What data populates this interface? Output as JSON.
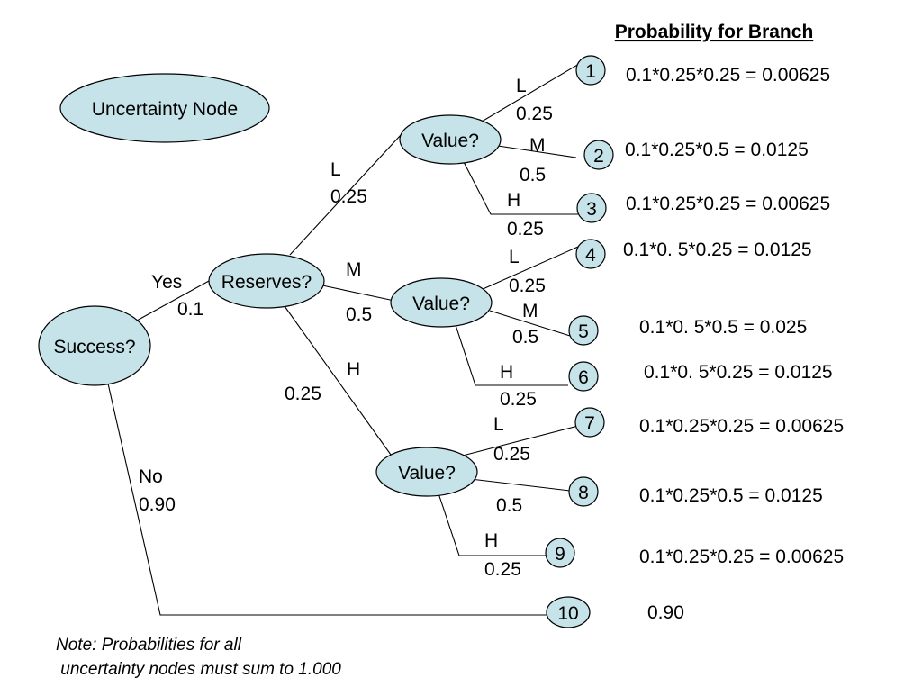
{
  "heading": "Probability for Branch",
  "legend_node": "Uncertainty Node",
  "nodes": {
    "success": "Success?",
    "reserves": "Reserves?",
    "value_l": "Value?",
    "value_m": "Value?",
    "value_h": "Value?"
  },
  "edges": {
    "yes_label": "Yes",
    "yes_prob": "0.1",
    "no_label": "No",
    "no_prob": "0.90",
    "res_l_label": "L",
    "res_l_prob": "0.25",
    "res_m_label": "M",
    "res_m_prob": "0.5",
    "res_h_label": "H",
    "res_h_prob": "0.25",
    "v1_l_label": "L",
    "v1_l_prob": "0.25",
    "v1_m_label": "M",
    "v1_m_prob": "0.5",
    "v1_h_label": "H",
    "v1_h_prob": "0.25",
    "v2_l_label": "L",
    "v2_l_prob": "0.25",
    "v2_m_label": "M",
    "v2_m_prob": "0.5",
    "v2_h_label": "H",
    "v2_h_prob": "0.25",
    "v3_l_label": "L",
    "v3_l_prob": "0.25",
    "v3_m_prob": "0.5",
    "v3_h_label": "H",
    "v3_h_prob": "0.25"
  },
  "endpoints": [
    "1",
    "2",
    "3",
    "4",
    "5",
    "6",
    "7",
    "8",
    "9",
    "10"
  ],
  "formulas": [
    "0.1*0.25*0.25 = 0.00625",
    "0.1*0.25*0.5 = 0.0125",
    "0.1*0.25*0.25 = 0.00625",
    "0.1*0. 5*0.25 = 0.0125",
    "0.1*0. 5*0.5 = 0.025",
    "0.1*0. 5*0.25 = 0.0125",
    "0.1*0.25*0.25 = 0.00625",
    "0.1*0.25*0.5 = 0.0125",
    "0.1*0.25*0.25 = 0.00625",
    "0.90"
  ],
  "note_line1": "Note: Probabilities for all",
  "note_line2": " uncertainty nodes must sum to 1.000",
  "colors": {
    "node_fill": "#c5e3e8",
    "stroke": "#000000"
  }
}
